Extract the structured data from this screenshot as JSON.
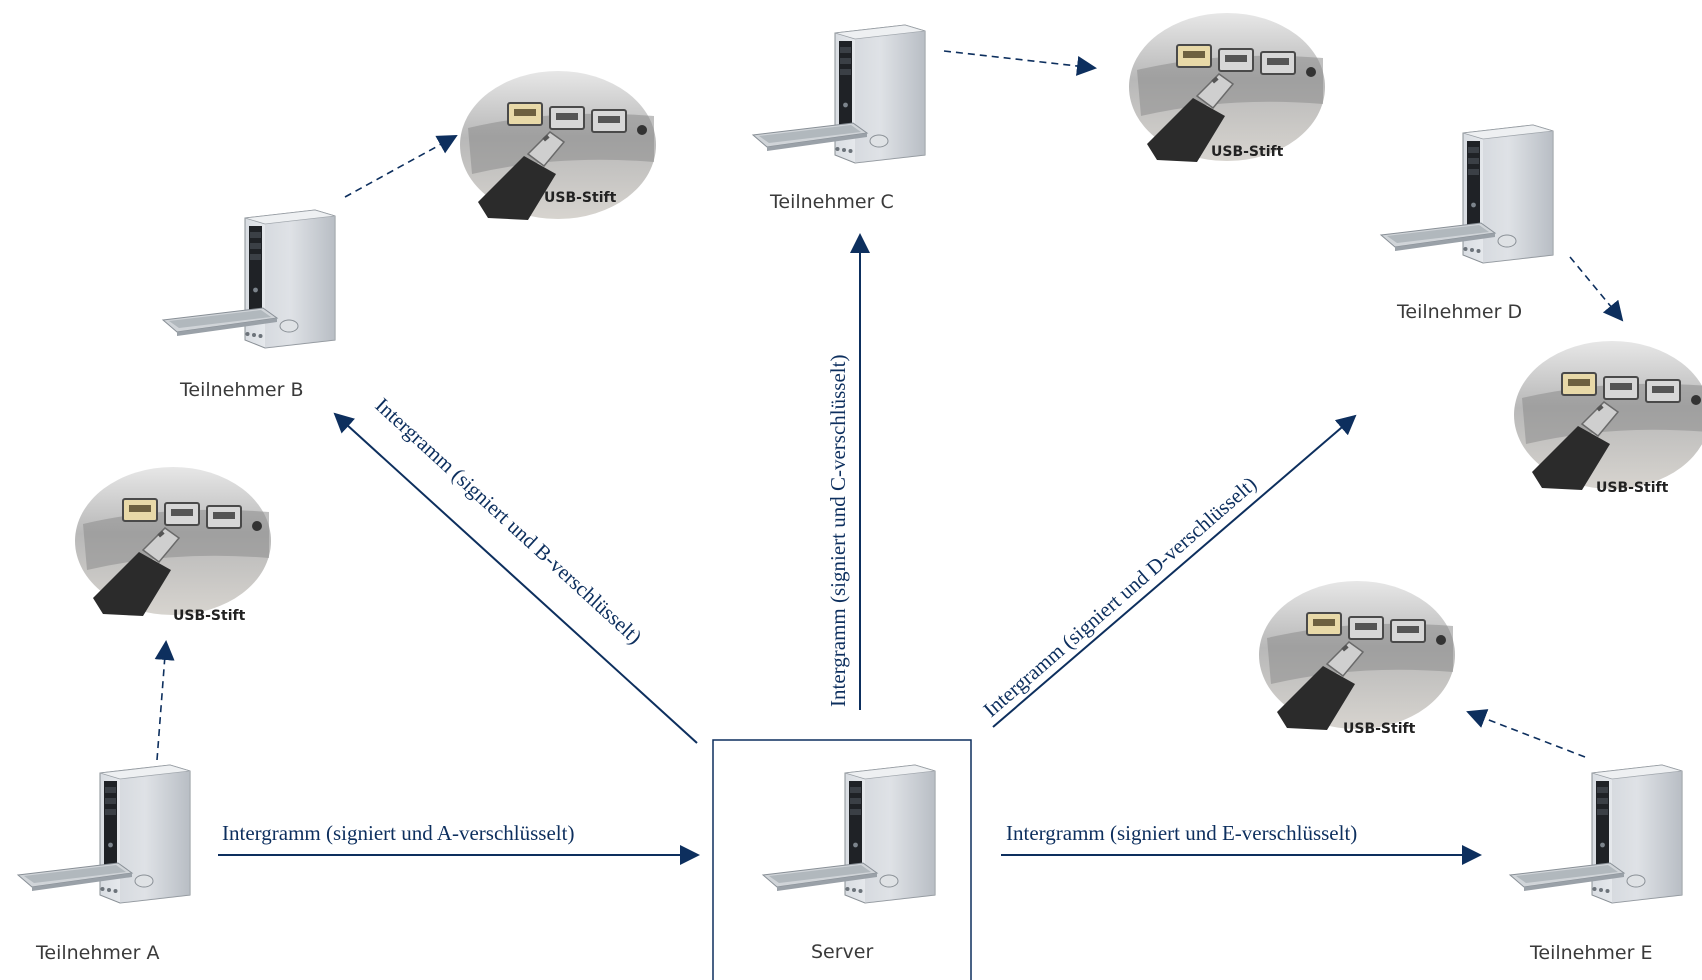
{
  "colors": {
    "arrow": "#0d2f5e",
    "label_text": "#0d2f5e",
    "node_text": "#3a3a3a",
    "server_box_border": "#0d2f5e"
  },
  "icons": {
    "computer": "computer-icon",
    "usb": "usb-stick-icon"
  },
  "server": {
    "label": "Server"
  },
  "participants": [
    {
      "id": "A",
      "label": "Teilnehmer A",
      "usb_label": "USB-Stift"
    },
    {
      "id": "B",
      "label": "Teilnehmer B",
      "usb_label": "USB-Stift"
    },
    {
      "id": "C",
      "label": "Teilnehmer C",
      "usb_label": "USB-Stift"
    },
    {
      "id": "D",
      "label": "Teilnehmer D",
      "usb_label": "USB-Stift"
    },
    {
      "id": "E",
      "label": "Teilnehmer E",
      "usb_label": "USB-Stift"
    }
  ],
  "edges": [
    {
      "from": "A",
      "to": "Server",
      "label": "Intergramm (signiert und A-verschlüsselt)"
    },
    {
      "from": "Server",
      "to": "B",
      "label": "Intergramm (signiert und B-verschlüsselt)"
    },
    {
      "from": "Server",
      "to": "C",
      "label": "Intergramm (signiert und C-verschlüsselt)"
    },
    {
      "from": "Server",
      "to": "D",
      "label": "Intergramm (signiert und D-verschlüsselt)"
    },
    {
      "from": "Server",
      "to": "E",
      "label": "Intergramm (signiert und E-verschlüsselt)"
    }
  ]
}
